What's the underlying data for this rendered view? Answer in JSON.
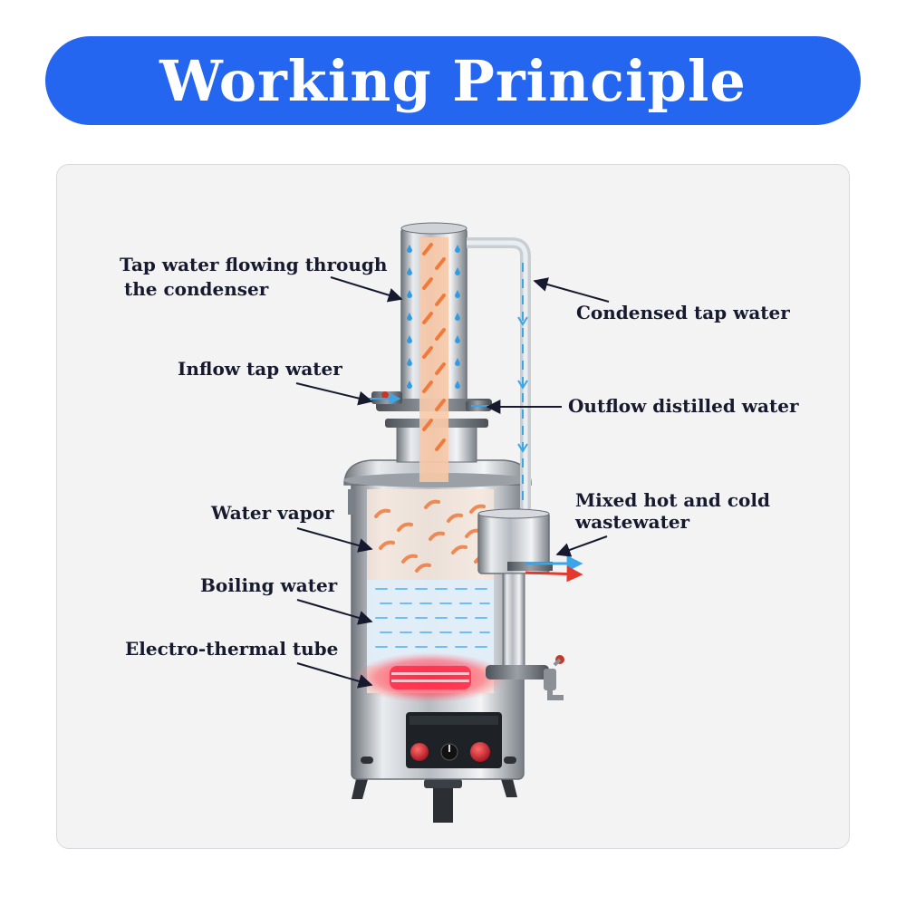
{
  "title": "Working Principle",
  "labels": {
    "condenser_line1": "Tap water flowing through",
    "condenser_line2": "the condenser",
    "condensed_tap_water": "Condensed tap water",
    "inflow_tap_water": "Inflow tap water",
    "outflow_distilled_water": "Outflow distilled water",
    "mixed_line1": "Mixed hot and cold",
    "mixed_line2": "wastewater",
    "water_vapor": "Water vapor",
    "boiling_water": "Boiling water",
    "electro_thermal_tube": "Electro-thermal tube"
  },
  "colors": {
    "banner": "#2466f0",
    "cold_water": "#3aa6e8",
    "hot_water": "#e23b2e",
    "vapor": "#f07a3c",
    "heater": "#ff2d4a",
    "steel": "#b9bec4"
  }
}
